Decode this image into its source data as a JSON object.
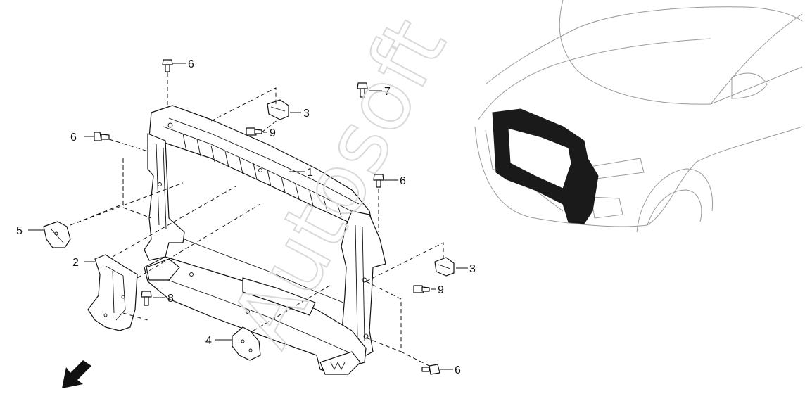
{
  "watermark": "Autosoft",
  "callouts": [
    {
      "id": "c1a",
      "text": "1"
    },
    {
      "id": "c2a",
      "text": "2"
    },
    {
      "id": "c3a",
      "text": "3"
    },
    {
      "id": "c3b",
      "text": "3"
    },
    {
      "id": "c4a",
      "text": "4"
    },
    {
      "id": "c5a",
      "text": "5"
    },
    {
      "id": "c6a",
      "text": "6"
    },
    {
      "id": "c6b",
      "text": "6"
    },
    {
      "id": "c6c",
      "text": "6"
    },
    {
      "id": "c6d",
      "text": "6"
    },
    {
      "id": "c7a",
      "text": "7"
    },
    {
      "id": "c8a",
      "text": "8"
    },
    {
      "id": "c9a",
      "text": "9"
    },
    {
      "id": "c9b",
      "text": "9"
    }
  ]
}
